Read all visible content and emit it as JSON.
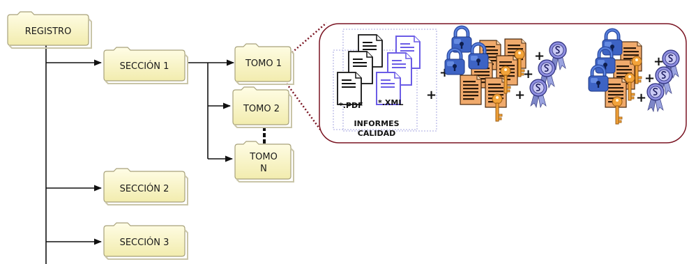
{
  "folders": {
    "root": "REGISTRO",
    "sec1": "SECCIÓN 1",
    "sec2": "SECCIÓN 2",
    "sec3": "SECCIÓN 3",
    "tomo1": "TOMO 1",
    "tomo2": "TOMO 2",
    "tomoN_line1": "TOMO",
    "tomoN_line2": "N"
  },
  "docs": {
    "pdf": "*.PDF",
    "xml": "*.XML",
    "caption_line1": "INFORMES",
    "caption_line2": "CALIDAD"
  },
  "symbols": {
    "plus": "+"
  },
  "icons": [
    "folder-icon",
    "pdf-document-icon",
    "xml-document-icon",
    "padlock-icon",
    "key-icon",
    "certified-document-icon",
    "seal-ribbon-icon"
  ],
  "colors": {
    "folder_fill": "#fbf7c8",
    "folder_border": "#a7a17a",
    "padlock": "#3d63c4",
    "document_orange": "#f0aa6c",
    "seal": "#8e8ee0",
    "callout_border": "#7a1422"
  }
}
